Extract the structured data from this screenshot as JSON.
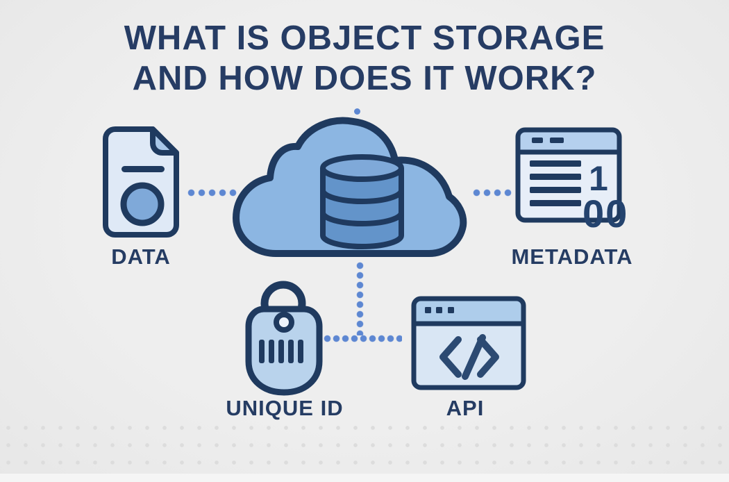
{
  "title": {
    "line1": "WHAT IS OBJECT STORAGE",
    "line2": "AND HOW DOES IT WORK?"
  },
  "nodes": {
    "data": {
      "label": "DATA",
      "icon": "document-file-icon"
    },
    "storage_cloud": {
      "icon": "cloud-database-icon"
    },
    "metadata": {
      "label": "METADATA",
      "icon": "metadata-list-window-icon",
      "binary_top": "1",
      "binary_bottom": "00"
    },
    "unique_id": {
      "label": "UNIQUE ID",
      "icon": "id-tag-barcode-icon"
    },
    "api": {
      "label": "API",
      "icon": "code-window-icon",
      "code_glyph": "</>"
    }
  },
  "connectors": [
    "data-to-cloud",
    "cloud-to-metadata",
    "cloud-to-bottom",
    "unique-id-to-api"
  ],
  "colors": {
    "background": "#ebebeb",
    "outline_navy": "#1f3a5f",
    "text_navy": "#263c64",
    "cloud_fill": "#8cb6e2",
    "cylinder_fill": "#6394ca",
    "cylinder_top_fill": "#7fa9d9",
    "panel_light": "#dfe9f6",
    "window_header_blue": "#b5d0ee",
    "accent_blue": "#7fa9d9",
    "tag_fill": "#b9d3ec",
    "connector_dot_blue": "#5d87d2"
  }
}
